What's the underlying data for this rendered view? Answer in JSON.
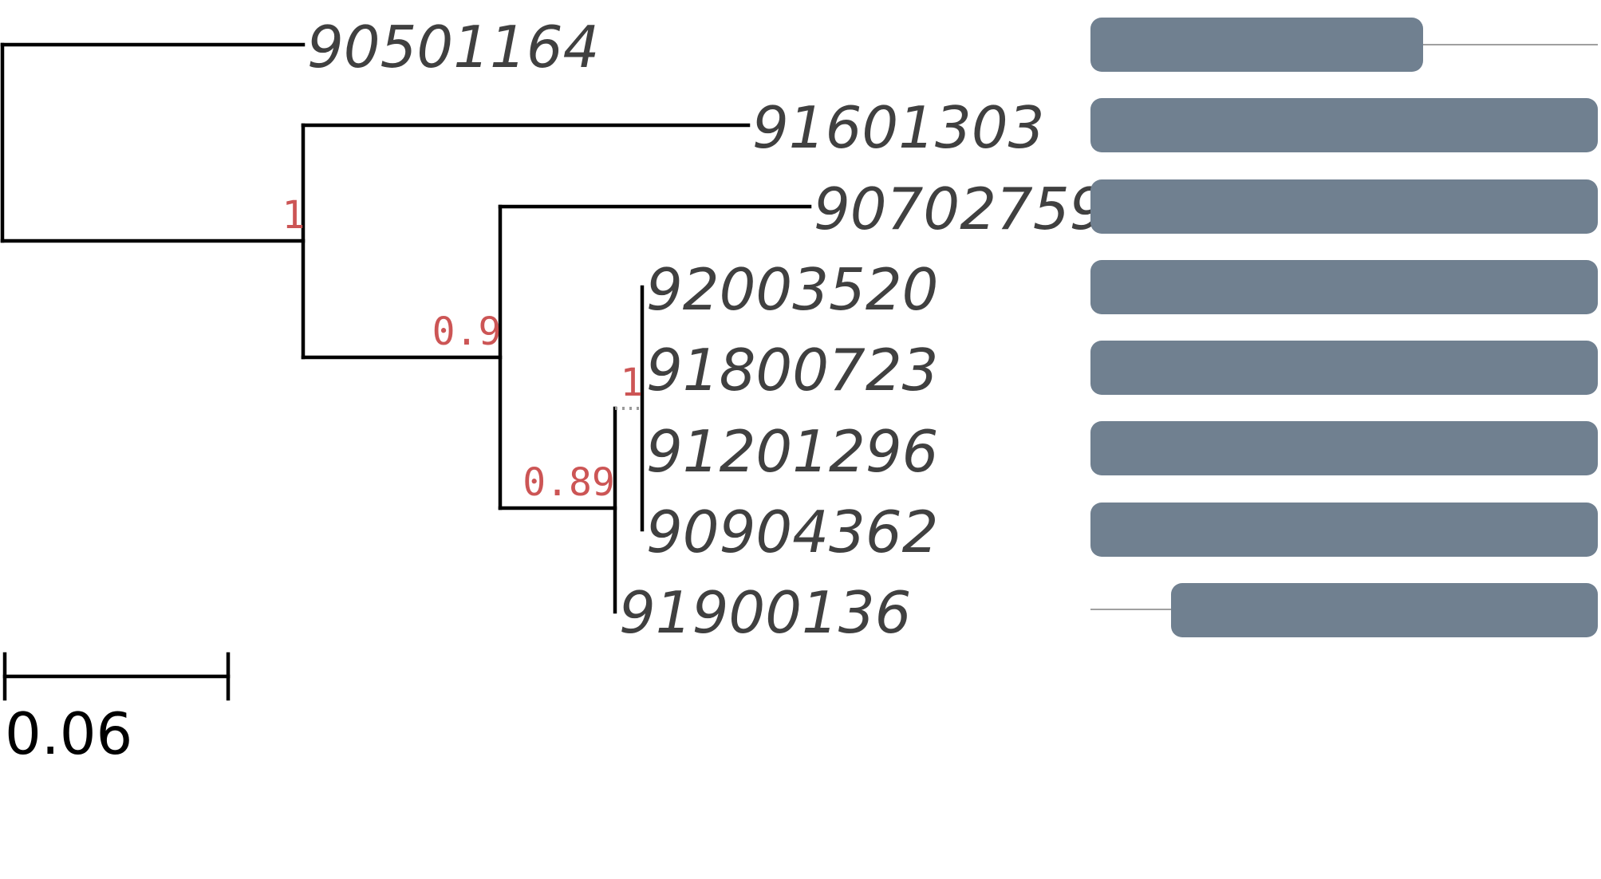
{
  "tree": {
    "leaves": [
      {
        "id": "leaf-1",
        "label": "90501164"
      },
      {
        "id": "leaf-2",
        "label": "91601303"
      },
      {
        "id": "leaf-3",
        "label": "90702759"
      },
      {
        "id": "leaf-4",
        "label": "92003520"
      },
      {
        "id": "leaf-5",
        "label": "91800723"
      },
      {
        "id": "leaf-6",
        "label": "91201296"
      },
      {
        "id": "leaf-7",
        "label": "90904362"
      },
      {
        "id": "leaf-8",
        "label": "91900136"
      }
    ],
    "support_values": [
      {
        "node": "clade-2-8",
        "value": "1"
      },
      {
        "node": "clade-3-8",
        "value": "0.9"
      },
      {
        "node": "clade-4-8",
        "value": "0.89"
      },
      {
        "node": "clade-4-7",
        "value": "1"
      }
    ],
    "scale_bar": {
      "label": "0.06"
    }
  },
  "colors": {
    "branch": "#000000",
    "leaf_text": "#404040",
    "support_text": "#cc5555",
    "domain_box": "#708090",
    "domain_line": "#808080"
  }
}
